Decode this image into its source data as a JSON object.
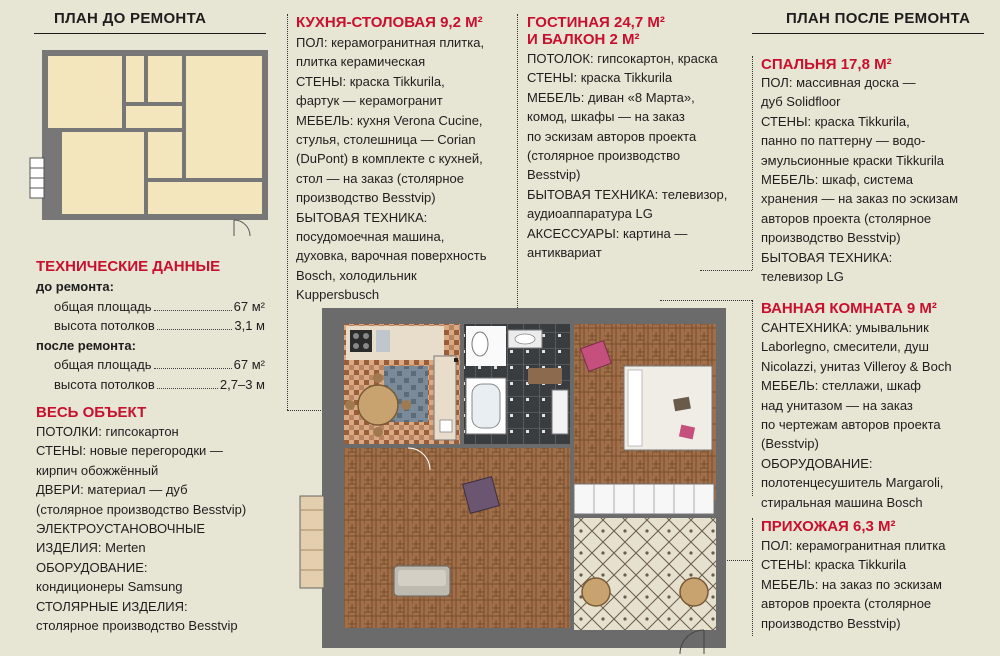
{
  "before": {
    "title": "ПЛАН ДО РЕМОНТА"
  },
  "after": {
    "title": "ПЛАН ПОСЛЕ РЕМОНТА"
  },
  "tech": {
    "title": "ТЕХНИЧЕСКИЕ ДАННЫЕ",
    "before_label": "до ремонта:",
    "before_rows": [
      {
        "label": "общая площадь",
        "value": "67 м²"
      },
      {
        "label": "высота потолков",
        "value": "3,1 м"
      }
    ],
    "after_label": "после ремонта:",
    "after_rows": [
      {
        "label": "общая площадь",
        "value": "67 м²"
      },
      {
        "label": "высота потолков",
        "value": "2,7–3 м"
      }
    ]
  },
  "object": {
    "title": "ВЕСЬ ОБЪЕКТ",
    "lines": [
      "ПОТОЛКИ: гипсокартон",
      "СТЕНЫ: новые перегородки —",
      "кирпич обожжённый",
      "ДВЕРИ: материал — дуб",
      "(столярное производство Besstvip)",
      "ЭЛЕКТРОУСТАНОВОЧНЫЕ",
      "ИЗДЕЛИЯ: Merten",
      "ОБОРУДОВАНИЕ:",
      "кондиционеры Samsung",
      "СТОЛЯРНЫЕ ИЗДЕЛИЯ:",
      "столярное производство Besstvip"
    ]
  },
  "kitchen": {
    "title": "КУХНЯ-СТОЛОВАЯ 9,2 М²",
    "lines": [
      "ПОЛ: керамогранитная плитка,",
      "плитка керамическая",
      "СТЕНЫ: краска Tikkurila,",
      "фартук — керамогранит",
      "МЕБЕЛЬ: кухня Verona Cucine,",
      "стулья, столешница — Corian",
      "(DuPont) в комплекте с кухней,",
      "стол — на заказ (столярное",
      "производство Besstvip)",
      "БЫТОВАЯ ТЕХНИКА:",
      "посудомоечная машина,",
      "духовка, варочная поверхность",
      "Bosch, холодильник",
      "Kuppersbusch"
    ]
  },
  "living": {
    "title_1": "ГОСТИНАЯ 24,7 М²",
    "title_2": "И БАЛКОН 2 М²",
    "lines": [
      "ПОТОЛОК: гипсокартон, краска",
      "СТЕНЫ: краска Tikkurila",
      "МЕБЕЛЬ: диван «8 Марта»,",
      "комод, шкафы — на заказ",
      "по эскизам авторов проекта",
      "(столярное производство",
      "Besstvip)",
      "БЫТОВАЯ ТЕХНИКА: телевизор,",
      "аудиоаппаратура LG",
      "АКСЕССУАРЫ: картина —",
      "антиквариат"
    ]
  },
  "bedroom": {
    "title": "СПАЛЬНЯ 17,8 М²",
    "lines": [
      "ПОЛ: массивная доска —",
      "дуб Solidfloor",
      "СТЕНЫ: краска Tikkurila,",
      "панно по паттерну — водо-",
      "эмульсионные краски Tikkurila",
      "МЕБЕЛЬ: шкаф, система",
      "хранения — на заказ по эскизам",
      "авторов проекта (столярное",
      "производство Besstvip)",
      "БЫТОВАЯ ТЕХНИКА:",
      "телевизор LG"
    ]
  },
  "bathroom": {
    "title": "ВАННАЯ КОМНАТА 9 М²",
    "lines": [
      "САНТЕХНИКА: умывальник",
      "Laborlegno, смесители, душ",
      "Nicolazzi, унитаз Villeroy & Boch",
      "МЕБЕЛЬ: стеллажи, шкаф",
      "над унитазом — на заказ",
      "по чертежам авторов проекта",
      "(Besstvip)",
      "ОБОРУДОВАНИЕ:",
      "полотенцесушитель Margaroli,",
      "стиральная машина Bosch"
    ]
  },
  "hallway": {
    "title": "ПРИХОЖАЯ 6,3 М²",
    "lines": [
      "ПОЛ: керамогранитная плитка",
      "СТЕНЫ: краска Tikkurila",
      "МЕБЕЛЬ: на заказ по эскизам",
      "авторов проекта (столярное",
      "производство Besstvip)"
    ]
  },
  "colors": {
    "accent_red": "#c8102e",
    "background": "#e7e5d4",
    "wall": "#6b6b6b",
    "parquet": "#9a6a45",
    "old_plan_fill": "#f3e6bc"
  }
}
